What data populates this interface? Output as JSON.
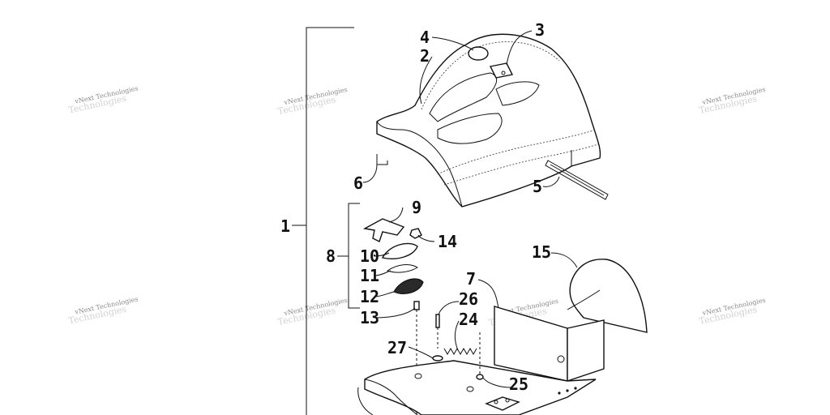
{
  "watermark": {
    "text": "vNext Technologies",
    "ghost_text": "Technologies",
    "color": "#8a8a8a"
  },
  "callouts": {
    "c1": "1",
    "c2": "2",
    "c3": "3",
    "c4": "4",
    "c5": "5",
    "c6": "6",
    "c7": "7",
    "c8": "8",
    "c9": "9",
    "c10": "10",
    "c11": "11",
    "c12": "12",
    "c13": "13",
    "c14": "14",
    "c15": "15",
    "c24": "24",
    "c25": "25",
    "c26": "26",
    "c27": "27"
  },
  "parts": {
    "seat": "seat",
    "seat_hardware_bracket": "seat-bracket",
    "seat_latch": "latch",
    "seat_base": "seat-base",
    "back_pad": "back-pad",
    "spring": "spring",
    "strap": "strap"
  }
}
